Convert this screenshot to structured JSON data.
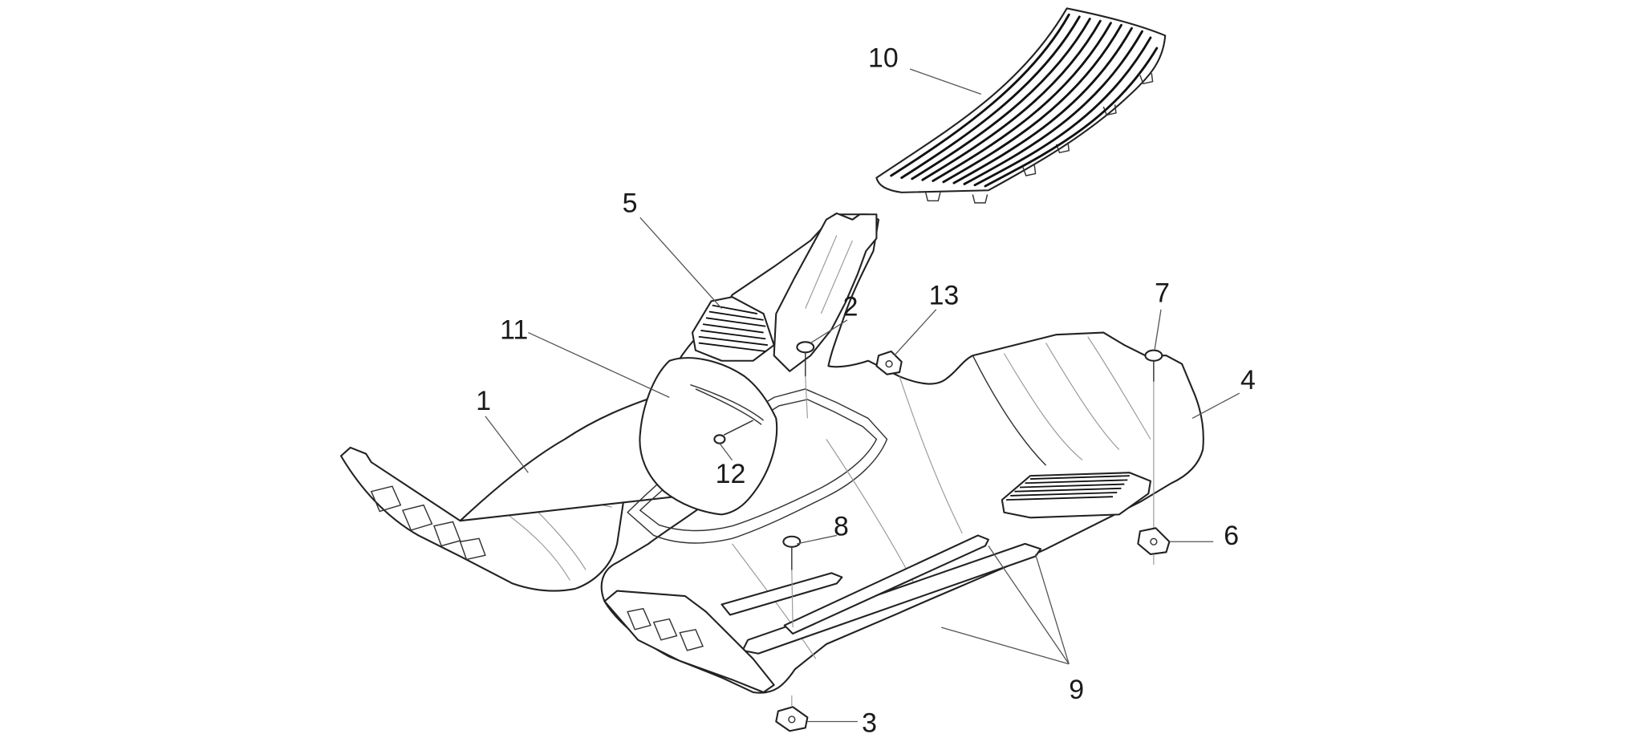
{
  "callouts": [
    {
      "id": "10",
      "label": "10"
    },
    {
      "id": "5",
      "label": "5"
    },
    {
      "id": "2",
      "label": "2"
    },
    {
      "id": "13",
      "label": "13"
    },
    {
      "id": "7",
      "label": "7"
    },
    {
      "id": "11",
      "label": "11"
    },
    {
      "id": "1",
      "label": "1"
    },
    {
      "id": "4",
      "label": "4"
    },
    {
      "id": "12",
      "label": "12"
    },
    {
      "id": "8",
      "label": "8"
    },
    {
      "id": "6",
      "label": "6"
    },
    {
      "id": "9",
      "label": "9"
    },
    {
      "id": "3",
      "label": "3"
    }
  ]
}
